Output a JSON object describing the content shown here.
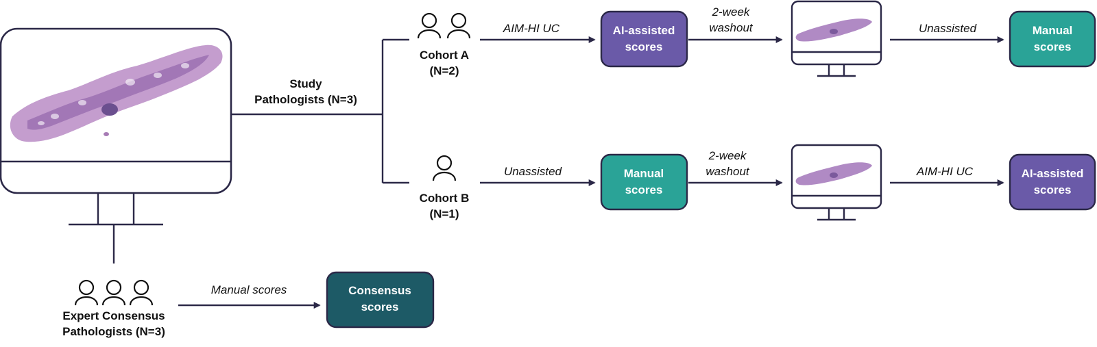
{
  "colors": {
    "line": "#2b2847",
    "ai_box": "#6a5aa8",
    "manual_box": "#2aa397",
    "consensus_box": "#1d5a66",
    "tissue": "#a77bb5"
  },
  "icons": {
    "monitor": "monitor-icon",
    "person": "person-icon",
    "arrow": "arrow-right-icon"
  },
  "study": {
    "label_line1": "Study",
    "label_line2": "Pathologists (N=3)"
  },
  "cohort_a": {
    "label": "Cohort A",
    "count": "(N=2)",
    "step1": "AIM-HI UC",
    "box1_line1": "AI-assisted",
    "box1_line2": "scores",
    "washout_line1": "2-week",
    "washout_line2": "washout",
    "step2": "Unassisted",
    "box2_line1": "Manual",
    "box2_line2": "scores"
  },
  "cohort_b": {
    "label": "Cohort B",
    "count": "(N=1)",
    "step1": "Unassisted",
    "box1_line1": "Manual",
    "box1_line2": "scores",
    "washout_line1": "2-week",
    "washout_line2": "washout",
    "step2": "AIM-HI UC",
    "box2_line1": "AI-assisted",
    "box2_line2": "scores"
  },
  "expert": {
    "label_line1": "Expert Consensus",
    "label_line2": "Pathologists (N=3)",
    "step": "Manual scores",
    "box_line1": "Consensus",
    "box_line2": "scores"
  }
}
